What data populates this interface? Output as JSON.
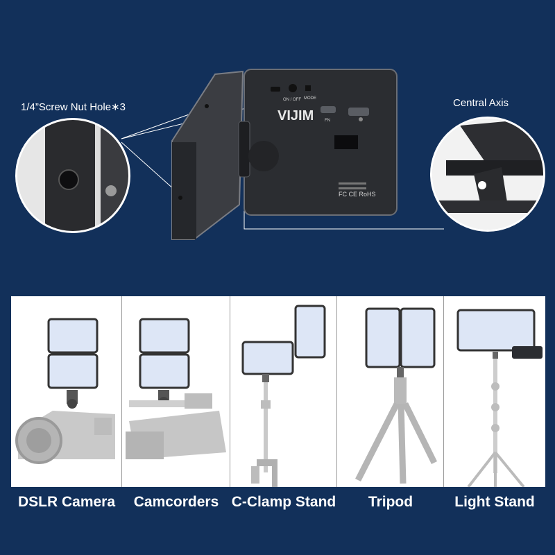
{
  "callouts": {
    "screw_label": "1/4”Screw Nut Hole∗3",
    "axis_label": "Central Axis"
  },
  "device": {
    "brand": "VIJIM",
    "ports_label": "ON / OFF",
    "mode_label": "MODE",
    "fn_label": "FN",
    "cert_label": "FC CE RoHS"
  },
  "gallery": {
    "panels": [
      {
        "caption": "DSLR Camera"
      },
      {
        "caption": "Camcorders"
      },
      {
        "caption": "C-Clamp Stand"
      },
      {
        "caption": "Tripod"
      },
      {
        "caption": "Light Stand"
      }
    ]
  },
  "colors": {
    "background": "#12305a",
    "device_body": "#2b2d31",
    "led_panel": "#dde6f6"
  }
}
